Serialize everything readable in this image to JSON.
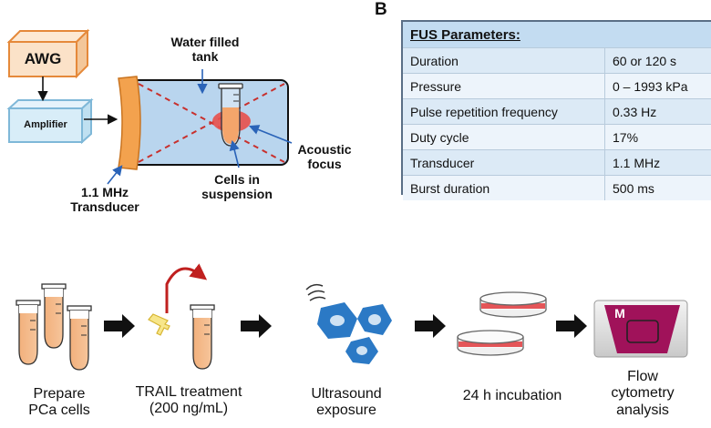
{
  "panel_labels": {
    "b": "B"
  },
  "setup": {
    "awg": "AWG",
    "amplifier": "Amplifier",
    "tank": "Water filled\ntank",
    "acoustic_focus": "Acoustic\nfocus",
    "cells": "Cells in\nsuspension",
    "transducer": "1.1 MHz\nTransducer"
  },
  "fus_table": {
    "header": "FUS Parameters:",
    "rows": [
      {
        "param": "Duration",
        "value": "60 or 120 s"
      },
      {
        "param": "Pressure",
        "value": "0 – 1993 kPa"
      },
      {
        "param": "Pulse repetition frequency",
        "value": "0.33 Hz"
      },
      {
        "param": "Duty cycle",
        "value": "17%"
      },
      {
        "param": "Transducer",
        "value": "1.1 MHz"
      },
      {
        "param": "Burst duration",
        "value": "500 ms"
      }
    ]
  },
  "workflow": {
    "steps": [
      {
        "label": "Prepare\nPCa cells"
      },
      {
        "label": "TRAIL treatment\n(200 ng/mL)"
      },
      {
        "label": "Ultrasound\nexposure"
      },
      {
        "label": "24 h incubation"
      },
      {
        "label": "Flow\ncytometry\nanalysis"
      }
    ],
    "flow_plot_label": "M"
  },
  "colors": {
    "awg_fill": "#fbe2c8",
    "awg_stroke": "#e5893a",
    "amp_fill": "#d8edf8",
    "amp_stroke": "#7fb8d8",
    "tank_fill": "#b9d5ee",
    "transducer": "#f3a24e",
    "focus": "#e8504a",
    "cell_blue": "#2b79c5",
    "dish_red": "#e45558",
    "flow_magenta": "#a0125a",
    "arrow_red": "#c0201f"
  }
}
